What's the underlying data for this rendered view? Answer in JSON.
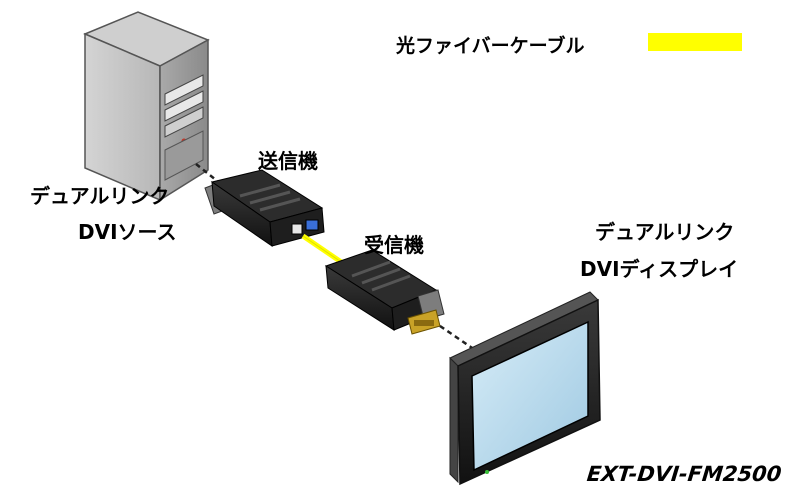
{
  "legend": {
    "label": "光ファイバーケーブル",
    "color": "#ffff00"
  },
  "source": {
    "line1": "デュアルリンク",
    "line2": "DVIソース"
  },
  "transmitter": {
    "label": "送信機"
  },
  "receiver": {
    "label": "受信機"
  },
  "display": {
    "line1": "デュアルリンク",
    "line2": "DVIディスプレイ"
  },
  "model": "EXT-DVI-FM2500",
  "colors": {
    "fiber": "#ffff00",
    "screen": "#b9dcef",
    "bezel": "#333333"
  }
}
